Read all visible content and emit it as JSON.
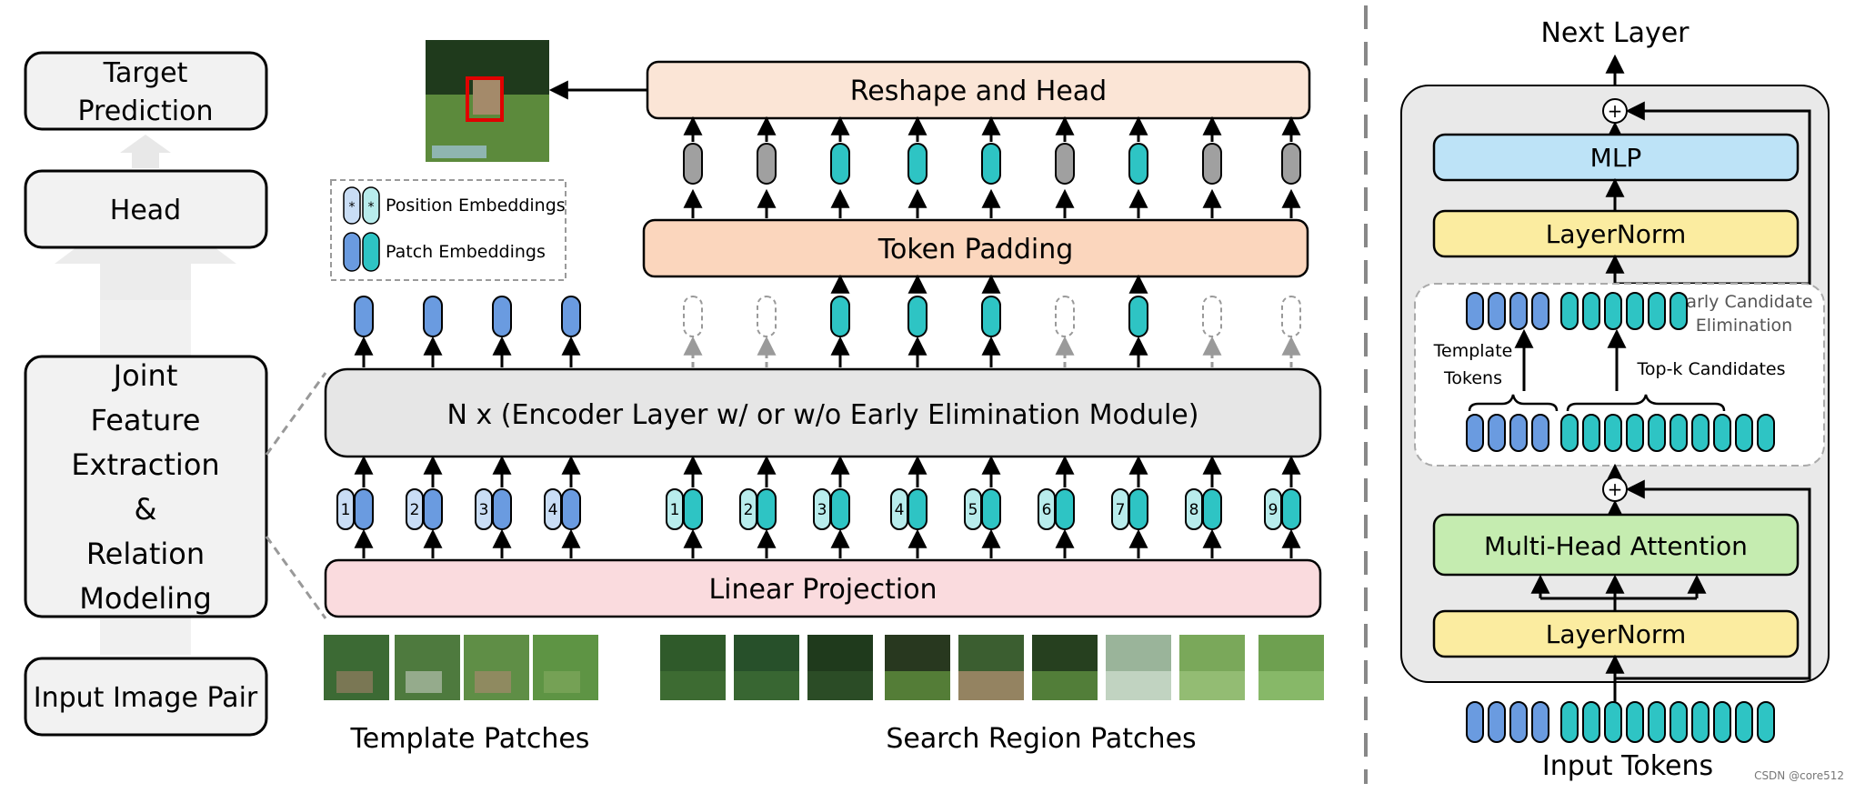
{
  "left_pipeline": {
    "target_prediction": [
      "Target",
      "Prediction"
    ],
    "head": "Head",
    "joint_feature": [
      "Joint",
      "Feature",
      "Extraction",
      "&",
      "Relation",
      "Modeling"
    ],
    "input_image_pair": "Input Image Pair"
  },
  "legend": {
    "position_embeddings": "Position Embeddings",
    "patch_embeddings": "Patch Embeddings",
    "marker": "*"
  },
  "main": {
    "reshape_head": "Reshape and Head",
    "token_padding": "Token Padding",
    "encoder": "N x (Encoder Layer w/ or w/o Early Elimination Module)",
    "linear_projection": "Linear Projection",
    "template_patches_label": "Template Patches",
    "search_patches_label": "Search Region Patches",
    "template_position_numbers": [
      "1",
      "2",
      "3",
      "4"
    ],
    "search_position_numbers": [
      "1",
      "2",
      "3",
      "4",
      "5",
      "6",
      "7",
      "8",
      "9"
    ],
    "search_token_kept": [
      false,
      false,
      true,
      true,
      true,
      false,
      true,
      false,
      false
    ]
  },
  "right_panel": {
    "next_layer": "Next Layer",
    "mlp": "MLP",
    "layernorm_top": "LayerNorm",
    "early_candidate": [
      "Early Candidate",
      "Elimination"
    ],
    "template_tokens": [
      "Template",
      "Tokens"
    ],
    "topk": "Top-k Candidates",
    "mhsa": "Multi-Head Attention",
    "layernorm_bottom": "LayerNorm",
    "input_tokens": "Input Tokens",
    "plus": "+"
  },
  "watermark": "CSDN @core512",
  "colors": {
    "blue_token": "#6a9be0",
    "blue_light": "#c9ddf5",
    "teal_token": "#2ec4c4",
    "teal_light": "#b8ecec",
    "gray_token": "#a0a0a0",
    "reshape_fill": "#fbe5d6",
    "padding_fill": "#fbd6bd",
    "encoder_fill": "#e6e6e6",
    "linear_fill": "#fadbde",
    "mlp_fill": "#bde3f7",
    "layernorm_fill": "#fbeca0",
    "mhsa_fill": "#c5ecb0",
    "panel_fill": "#e9e9e9",
    "left_box_fill": "#f2f2f2"
  }
}
